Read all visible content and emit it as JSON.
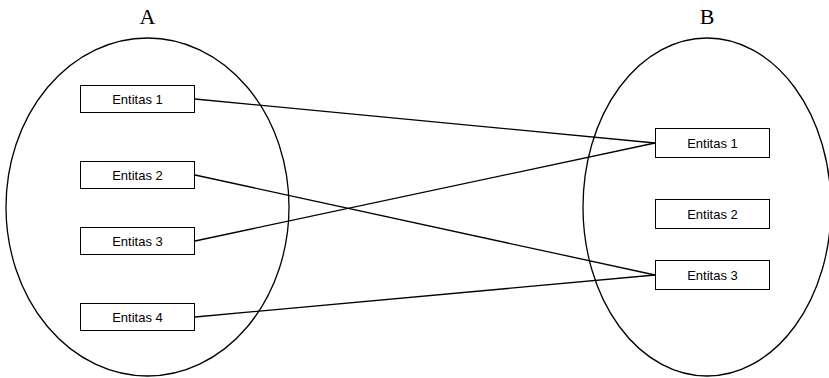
{
  "diagram": {
    "nodes": [
      {
        "text": [
          "A"
        ]
      },
      {
        "text": [
          "Entitas 1"
        ],
        "in": 0
      },
      {
        "text": [
          "Entitas 2"
        ],
        "in": 0
      },
      {
        "text": [
          "Entitas 3"
        ],
        "in": 0
      },
      {
        "text": [
          "Entitas 4"
        ],
        "in": 0
      },
      {
        "text": [
          "B"
        ]
      },
      {
        "text": [
          "Entitas 1"
        ],
        "in": 5
      },
      {
        "text": [
          "Entitas 2"
        ],
        "in": 5
      },
      {
        "text": [
          "Entitas 3"
        ],
        "in": 5
      }
    ],
    "edges": [
      {
        "from": 1,
        "to": 6,
        "arrow": "none"
      },
      {
        "from": 2,
        "to": 8,
        "arrow": "none"
      },
      {
        "from": 3,
        "to": 6,
        "arrow": "none"
      },
      {
        "from": 4,
        "to": 8,
        "arrow": "none"
      }
    ]
  }
}
